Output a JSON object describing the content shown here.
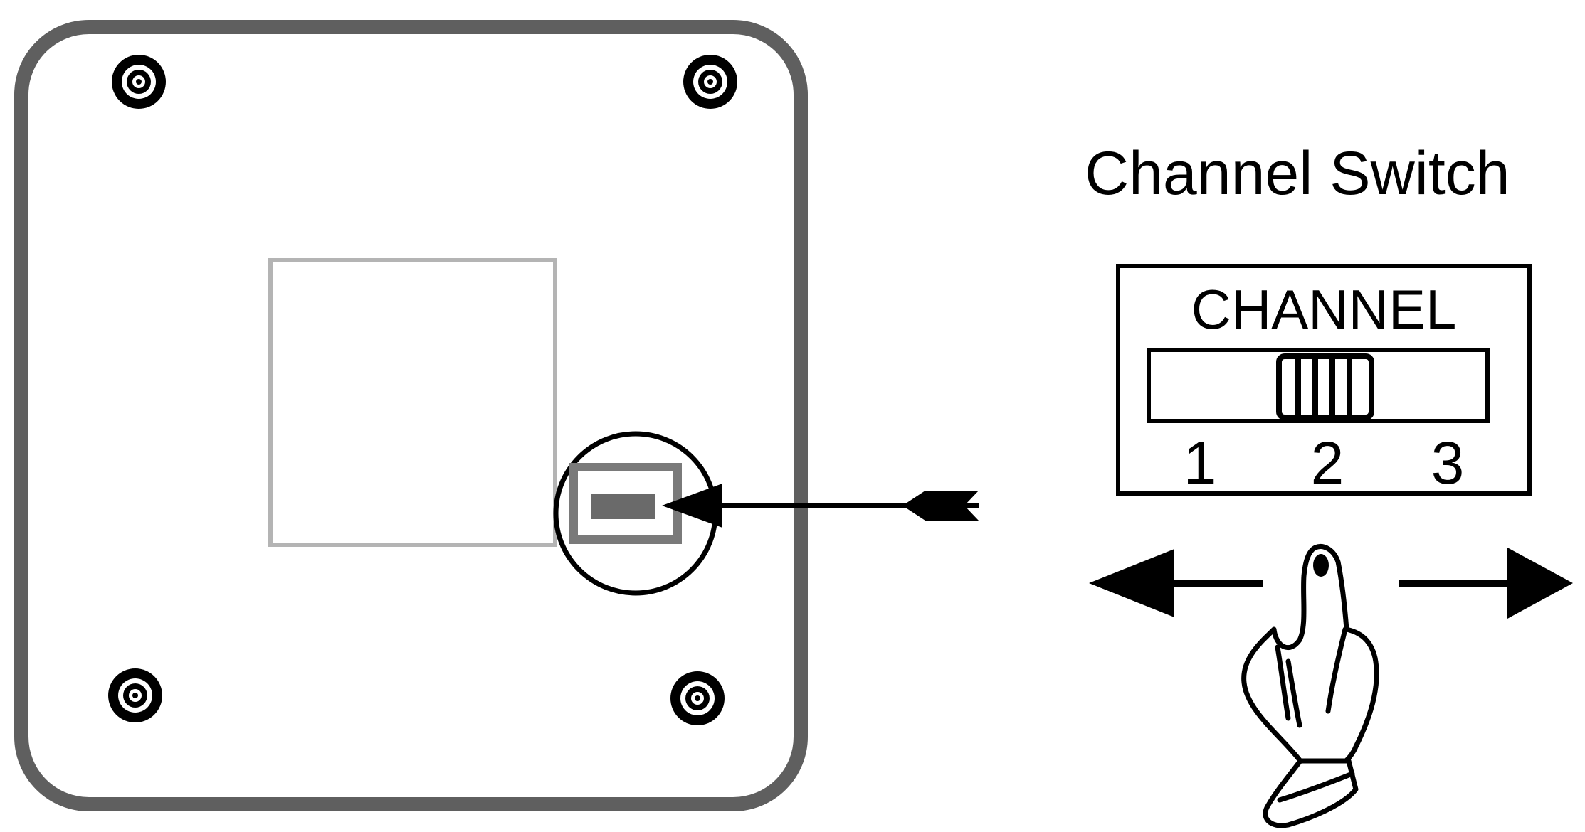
{
  "diagram": {
    "title": "Channel Switch",
    "switch_label": "CHANNEL",
    "positions": [
      "1",
      "2",
      "3"
    ],
    "selected_position": "2"
  },
  "colors": {
    "ink": "#000000",
    "device_outline": "#5f5f5f",
    "inner_panel": "#b4b4b4",
    "switch_slot": "#7a7a7a",
    "background": "#ffffff"
  },
  "icons": {
    "pointer_arrow": "arrow-left-icon",
    "slide_left": "arrow-left-icon",
    "slide_right": "arrow-right-icon",
    "finger": "pointing-hand-icon",
    "screw": "screw-icon"
  }
}
